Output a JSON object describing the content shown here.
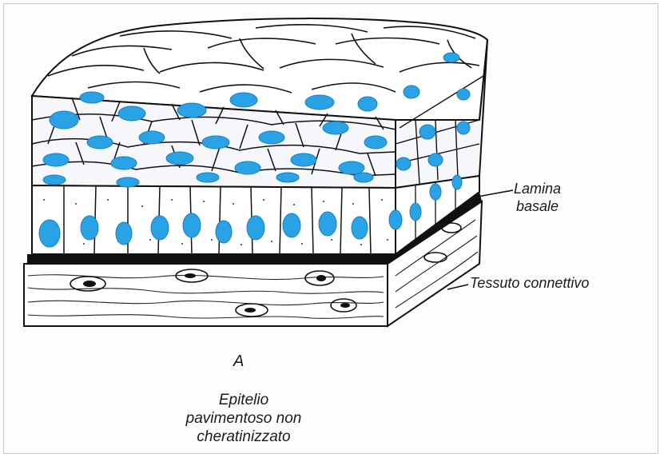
{
  "figure": {
    "labels": {
      "lamina_basale_line1": "Lamina",
      "lamina_basale_line2": "basale",
      "tessuto_connettivo": "Tessuto connettivo"
    },
    "panel_letter": "A",
    "caption": {
      "line1": "Epitelio",
      "line2": "pavimentoso non",
      "line3": "cheratinizzato"
    }
  },
  "colors": {
    "nucleus": "#2aa3e6",
    "outline": "#111111",
    "paper": "#ffffff",
    "basal_band": "#111111"
  }
}
